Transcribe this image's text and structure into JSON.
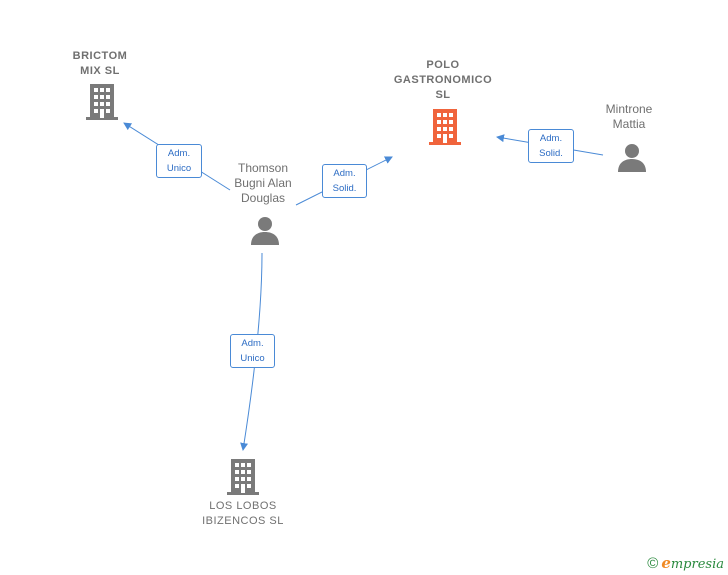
{
  "nodes": {
    "brictom": {
      "label": "BRICTOM\nMIX  SL",
      "type": "company",
      "color": "#707070"
    },
    "polo": {
      "label": "POLO\nGASTRONOMICO\nSL",
      "type": "company",
      "color": "#f0643c"
    },
    "mintrone": {
      "label": "Mintrone\nMattia",
      "type": "person",
      "color": "#707070"
    },
    "thomson": {
      "label": "Thomson\nBugni Alan\nDouglas",
      "type": "person",
      "color": "#707070"
    },
    "lobos": {
      "label": "LOS LOBOS\nIBIZENCOS  SL",
      "type": "company",
      "color": "#707070"
    }
  },
  "edges": [
    {
      "from": "thomson",
      "to": "brictom",
      "label": "Adm.\nUnico"
    },
    {
      "from": "thomson",
      "to": "polo",
      "label": "Adm.\nSolid."
    },
    {
      "from": "mintrone",
      "to": "polo",
      "label": "Adm.\nSolid."
    },
    {
      "from": "thomson",
      "to": "lobos",
      "label": "Adm.\nUnico"
    }
  ],
  "footer": {
    "copyright": "©",
    "brand_initial": "e",
    "brand_rest": "mpresia"
  }
}
